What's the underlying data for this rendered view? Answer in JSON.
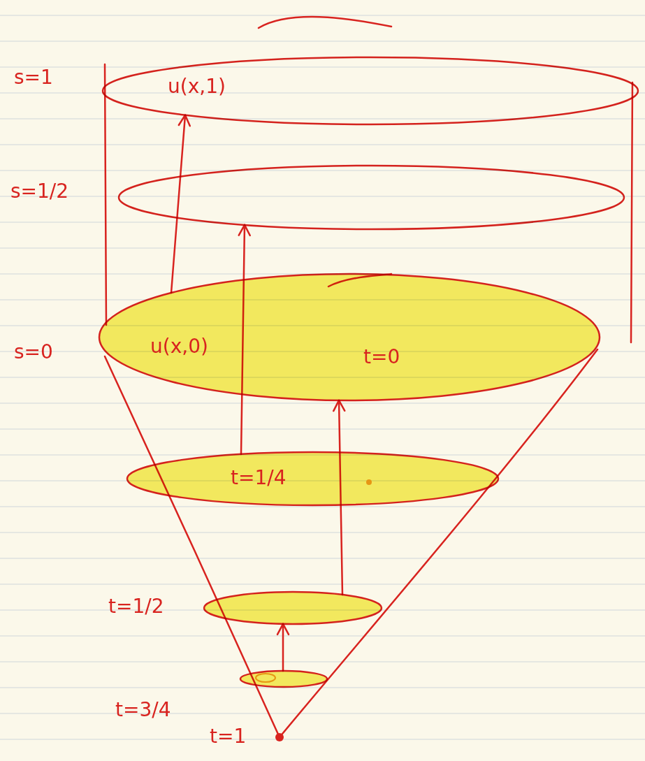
{
  "diagram": {
    "nodes": [
      {
        "text": [
          "s=1",
          "u(x,1)"
        ]
      },
      {
        "text": [
          "s=1/2"
        ]
      },
      {
        "text": [
          "s=0",
          "u(x,0)",
          "t=0"
        ]
      },
      {
        "text": [
          "t=1/4"
        ]
      },
      {
        "text": [
          "t=1/2"
        ]
      },
      {
        "text": [
          "t=3/4"
        ]
      }
    ],
    "edges": [
      {
        "from": 2,
        "to": 0,
        "arrow": "to"
      },
      {
        "from": 3,
        "to": 1,
        "arrow": "to"
      },
      {
        "from": 4,
        "to": 2,
        "arrow": "to"
      },
      {
        "from": 5,
        "to": 4,
        "arrow": "to"
      }
    ],
    "labels": [
      "t=1"
    ]
  }
}
